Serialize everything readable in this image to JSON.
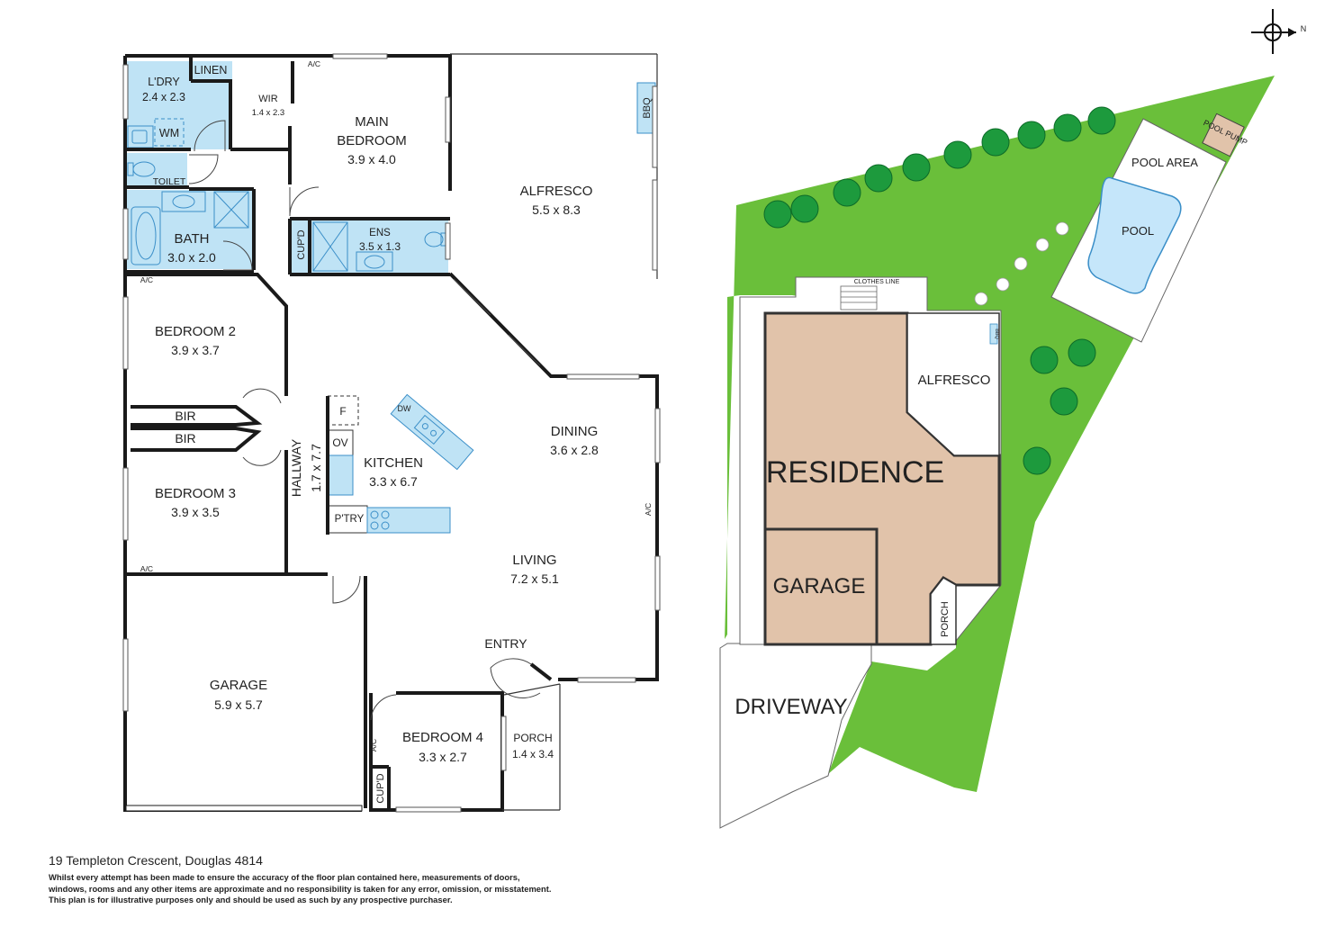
{
  "colors": {
    "wall": "#1a1a1a",
    "wet_area": "#bfe3f5",
    "wet_stroke": "#3b8fc8",
    "lawn": "#6abf3a",
    "residence": "#e1c3aa",
    "pool": "#c5e6fa",
    "pool_pump": "#e1c3aa",
    "tree": "#1d9a3d"
  },
  "floor_plan": {
    "rooms": {
      "laundry": {
        "name": "L'DRY",
        "size": "2.4 x 2.3"
      },
      "linen": "LINEN",
      "wm": "WM",
      "wir": {
        "name": "WIR",
        "size": "1.4 x 2.3"
      },
      "toilet": "TOILET",
      "main_bedroom": {
        "name1": "MAIN",
        "name2": "BEDROOM",
        "size": "3.9 x 4.0"
      },
      "bath": {
        "name": "BATH",
        "size": "3.0 x 2.0"
      },
      "cupd1": "CUP'D",
      "ens": {
        "name": "ENS",
        "size": "3.5 x 1.3"
      },
      "alfresco": {
        "name": "ALFRESCO",
        "size": "5.5 x 8.3"
      },
      "bbq": "BBQ",
      "bedroom2": {
        "name": "BEDROOM 2",
        "size": "3.9 x 3.7"
      },
      "bir1": "BIR",
      "bir2": "BIR",
      "bedroom3": {
        "name": "BEDROOM 3",
        "size": "3.9 x 3.5"
      },
      "hallway": {
        "name": "HALLWAY",
        "size": "1.7 x 7.7"
      },
      "fridge": "F",
      "oven": "OV",
      "dw": "DW",
      "kitchen": {
        "name": "KITCHEN",
        "size": "3.3 x 6.7"
      },
      "pantry": "P'TRY",
      "dining": {
        "name": "DINING",
        "size": "3.6 x 2.8"
      },
      "living": {
        "name": "LIVING",
        "size": "7.2 x 5.1"
      },
      "garage": {
        "name": "GARAGE",
        "size": "5.9 x 5.7"
      },
      "entry": "ENTRY",
      "bedroom4": {
        "name": "BEDROOM 4",
        "size": "3.3 x 2.7"
      },
      "porch": {
        "name": "PORCH",
        "size": "1.4 x 3.4"
      },
      "cupd2": "CUP'D"
    },
    "ac_label": "A/C"
  },
  "site_plan": {
    "residence": "RESIDENCE",
    "garage": "GARAGE",
    "alfresco": "ALFRESCO",
    "porch": "PORCH",
    "driveway": "DRIVEWAY",
    "pool_area": "POOL AREA",
    "pool": "POOL",
    "pool_pump": "POOL PUMP",
    "clothes_line": "CLOTHES LINE",
    "bbq": "BBQ",
    "north": "N"
  },
  "footer": {
    "address": "19 Templeton Crescent, Douglas 4814",
    "disclaimer": [
      "Whilst every attempt has been made to ensure the accuracy of the floor plan contained here, measurements of doors,",
      "windows, rooms and any other items are approximate and no responsibility is taken for any error, omission, or misstatement.",
      "This plan is for illustrative purposes only and should be used as such by any prospective purchaser."
    ]
  }
}
